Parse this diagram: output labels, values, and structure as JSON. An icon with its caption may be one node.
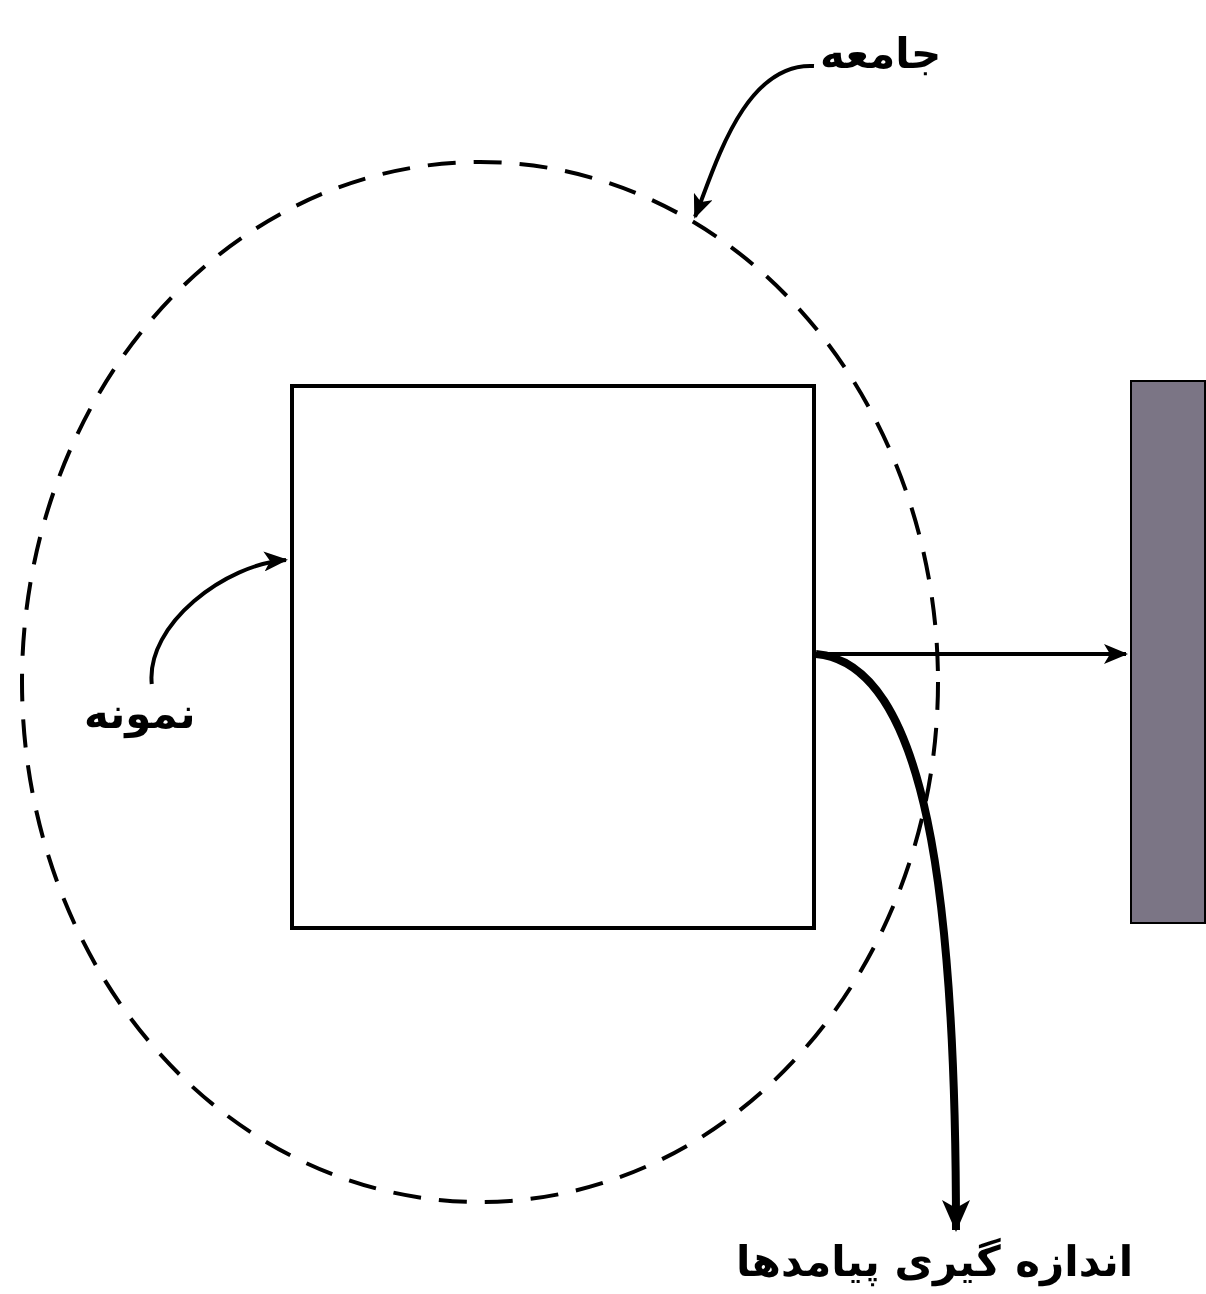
{
  "diagram": {
    "nodes": [
      {
        "text": [
          "جامعه"
        ]
      },
      {
        "text": [],
        "shape": "circle"
      },
      {
        "text": [
          "نمونه"
        ],
        "in": 1
      },
      {
        "text": [],
        "shape": "box",
        "in": 1
      },
      {
        "text": [],
        "shape": "box"
      },
      {
        "text": [
          "اندازه گیری پیامدها"
        ]
      }
    ],
    "edges": [
      {
        "from": 0,
        "to": 1,
        "arrow": "to"
      },
      {
        "from": 2,
        "to": 3,
        "arrow": "to"
      },
      {
        "from": 3,
        "to": 4,
        "arrow": "to"
      },
      {
        "from": 3,
        "to": 5,
        "arrow": "to",
        "style": "thick"
      }
    ]
  }
}
